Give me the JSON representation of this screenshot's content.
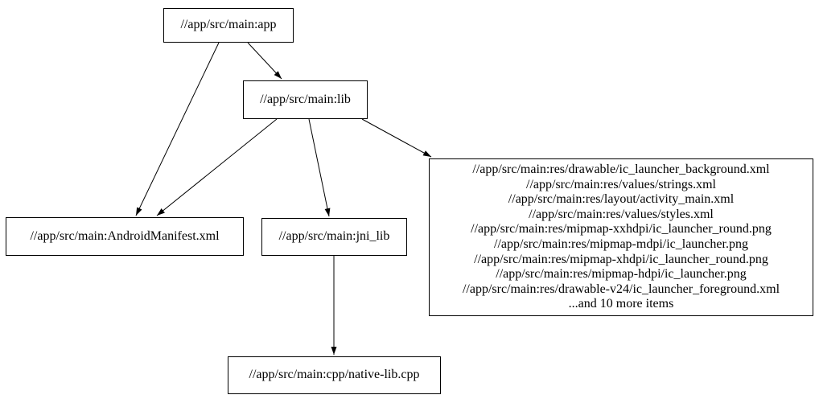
{
  "graph": {
    "app": {
      "label": "//app/src/main:app"
    },
    "lib": {
      "label": "//app/src/main:lib"
    },
    "manifest": {
      "label": "//app/src/main:AndroidManifest.xml"
    },
    "jni_lib": {
      "label": "//app/src/main:jni_lib"
    },
    "resources": {
      "lines": [
        "//app/src/main:res/drawable/ic_launcher_background.xml",
        "//app/src/main:res/values/strings.xml",
        "//app/src/main:res/layout/activity_main.xml",
        "//app/src/main:res/values/styles.xml",
        "//app/src/main:res/mipmap-xxhdpi/ic_launcher_round.png",
        "//app/src/main:res/mipmap-mdpi/ic_launcher.png",
        "//app/src/main:res/mipmap-xhdpi/ic_launcher_round.png",
        "//app/src/main:res/mipmap-hdpi/ic_launcher.png",
        "//app/src/main:res/drawable-v24/ic_launcher_foreground.xml",
        "...and 10 more items"
      ]
    },
    "native": {
      "label": "//app/src/main:cpp/native-lib.cpp"
    }
  },
  "edges": [
    {
      "from": "app",
      "to": "lib"
    },
    {
      "from": "app",
      "to": "manifest"
    },
    {
      "from": "lib",
      "to": "manifest"
    },
    {
      "from": "lib",
      "to": "jni_lib"
    },
    {
      "from": "lib",
      "to": "resources"
    },
    {
      "from": "jni_lib",
      "to": "native"
    }
  ],
  "colors": {
    "background": "#ffffff",
    "node_fill": "#ffffff",
    "node_border": "#000000",
    "edge": "#000000",
    "text": "#000000"
  }
}
